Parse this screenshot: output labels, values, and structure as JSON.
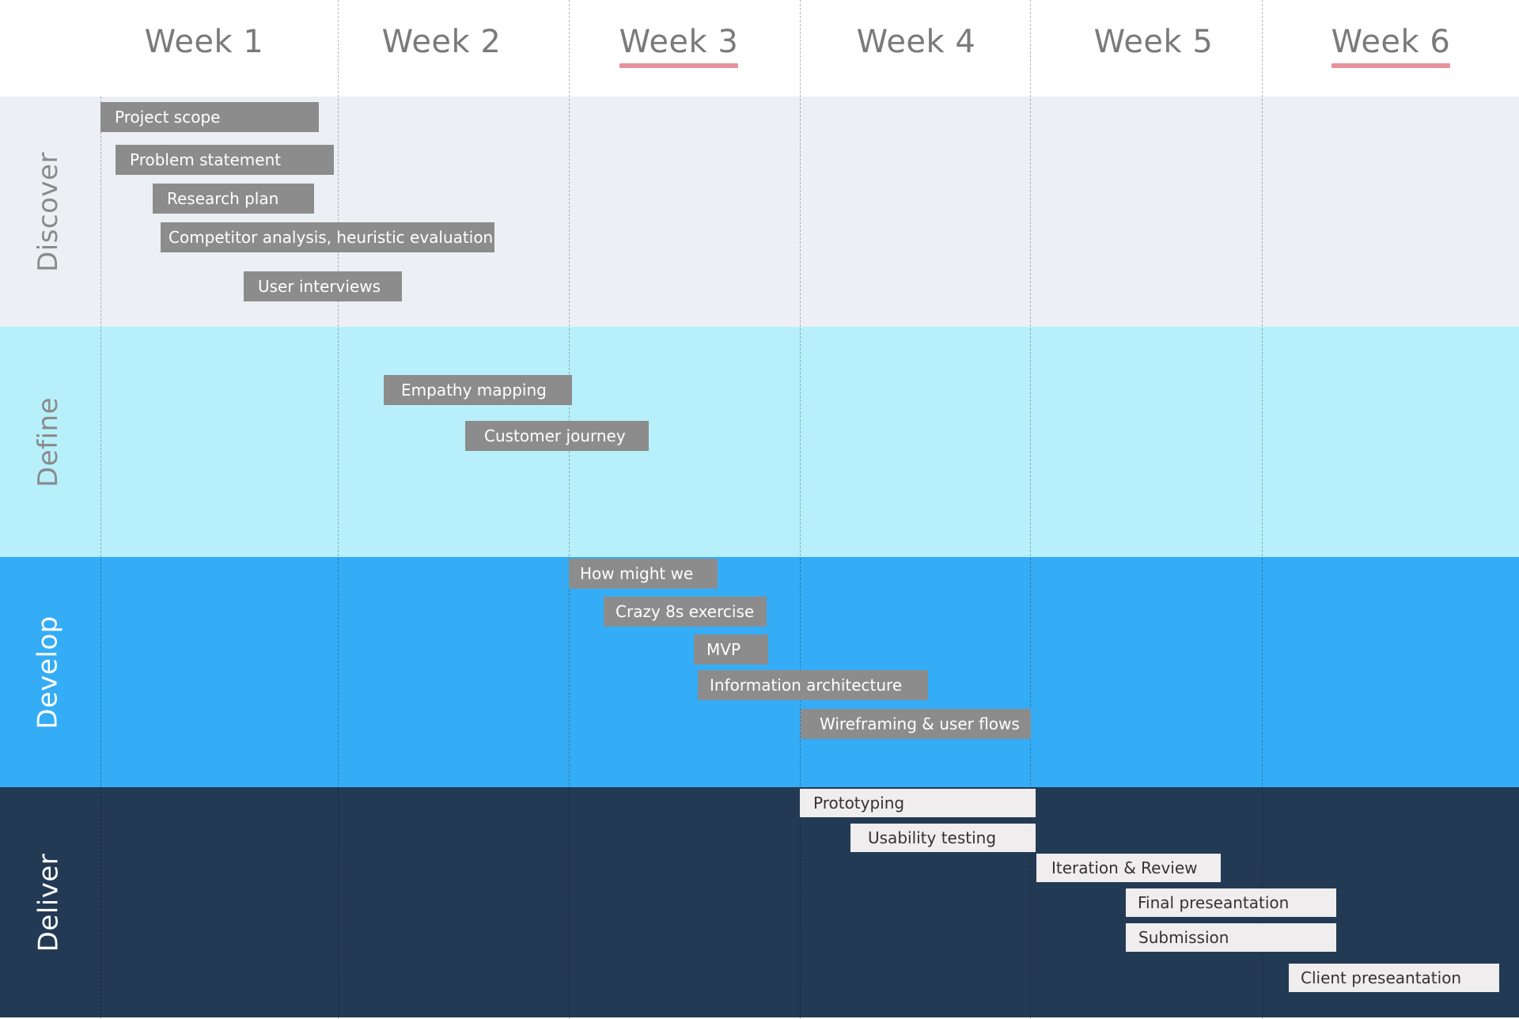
{
  "weeks": [
    {
      "label": "Week 1"
    },
    {
      "label": "Week 2"
    },
    {
      "label": "Week 3"
    },
    {
      "label": "Week 4"
    },
    {
      "label": "Week 5"
    },
    {
      "label": "Week 6"
    }
  ],
  "phases": [
    {
      "label": "Discover"
    },
    {
      "label": "Define"
    },
    {
      "label": "Develop"
    },
    {
      "label": "Deliver"
    }
  ],
  "tasks": {
    "discover": [
      "Project scope",
      "Problem statement",
      "Research plan",
      "Competitor analysis, heuristic evaluation",
      "User interviews"
    ],
    "define": [
      "Empathy mapping",
      "Customer journey"
    ],
    "develop": [
      "How might we",
      "Crazy 8s exercise",
      "MVP",
      "Information architecture",
      "Wireframing & user flows"
    ],
    "deliver": [
      "Prototyping",
      "Usability testing",
      "Iteration & Review",
      "Final preseantation",
      "Submission",
      "Client preseantation"
    ]
  },
  "colors": {
    "discover_bg": "#ecf0f4",
    "define_bg": "#b7f0fb",
    "develop_bg": "#34adf6",
    "deliver_bg": "#233a55",
    "task_grey": "#8c8c8c",
    "task_light": "#efeded",
    "week_highlight": "#e8929b"
  }
}
